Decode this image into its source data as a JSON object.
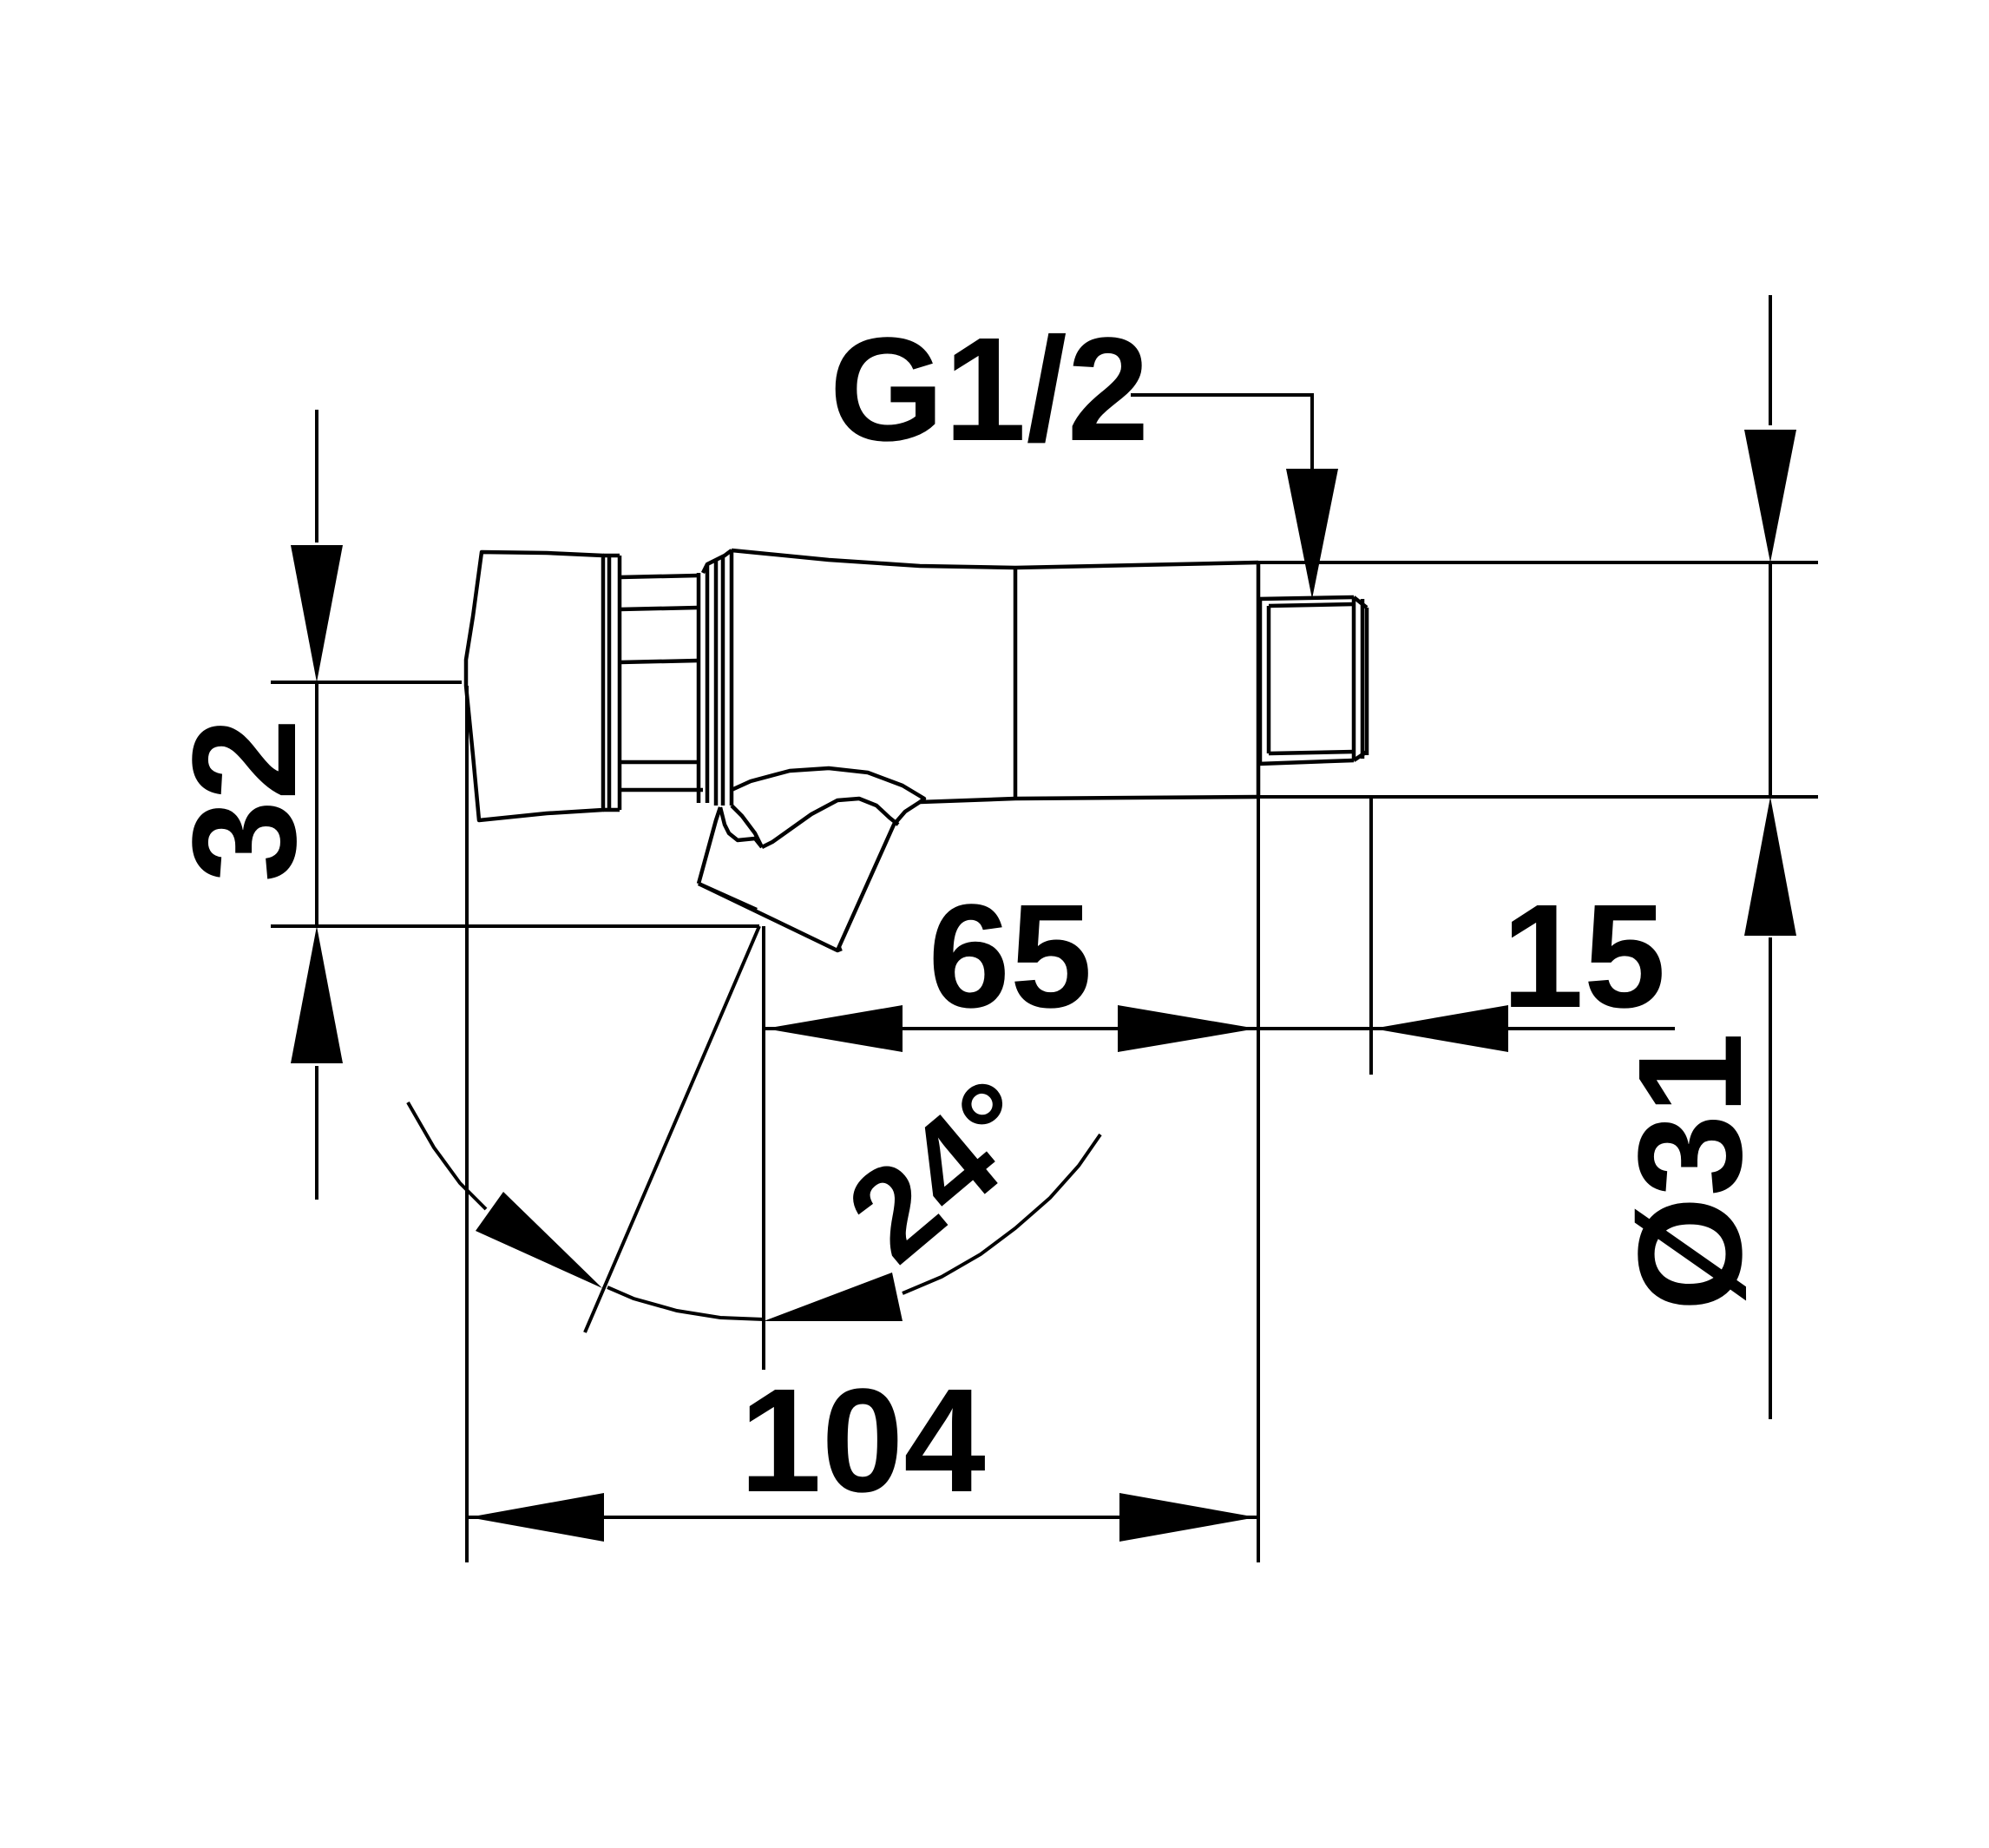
{
  "dimensions": {
    "thread": "G1/2",
    "height": "32",
    "offset": "65",
    "thread_length": "15",
    "diameter": "Ø31",
    "total_length": "104",
    "angle": "24°"
  }
}
